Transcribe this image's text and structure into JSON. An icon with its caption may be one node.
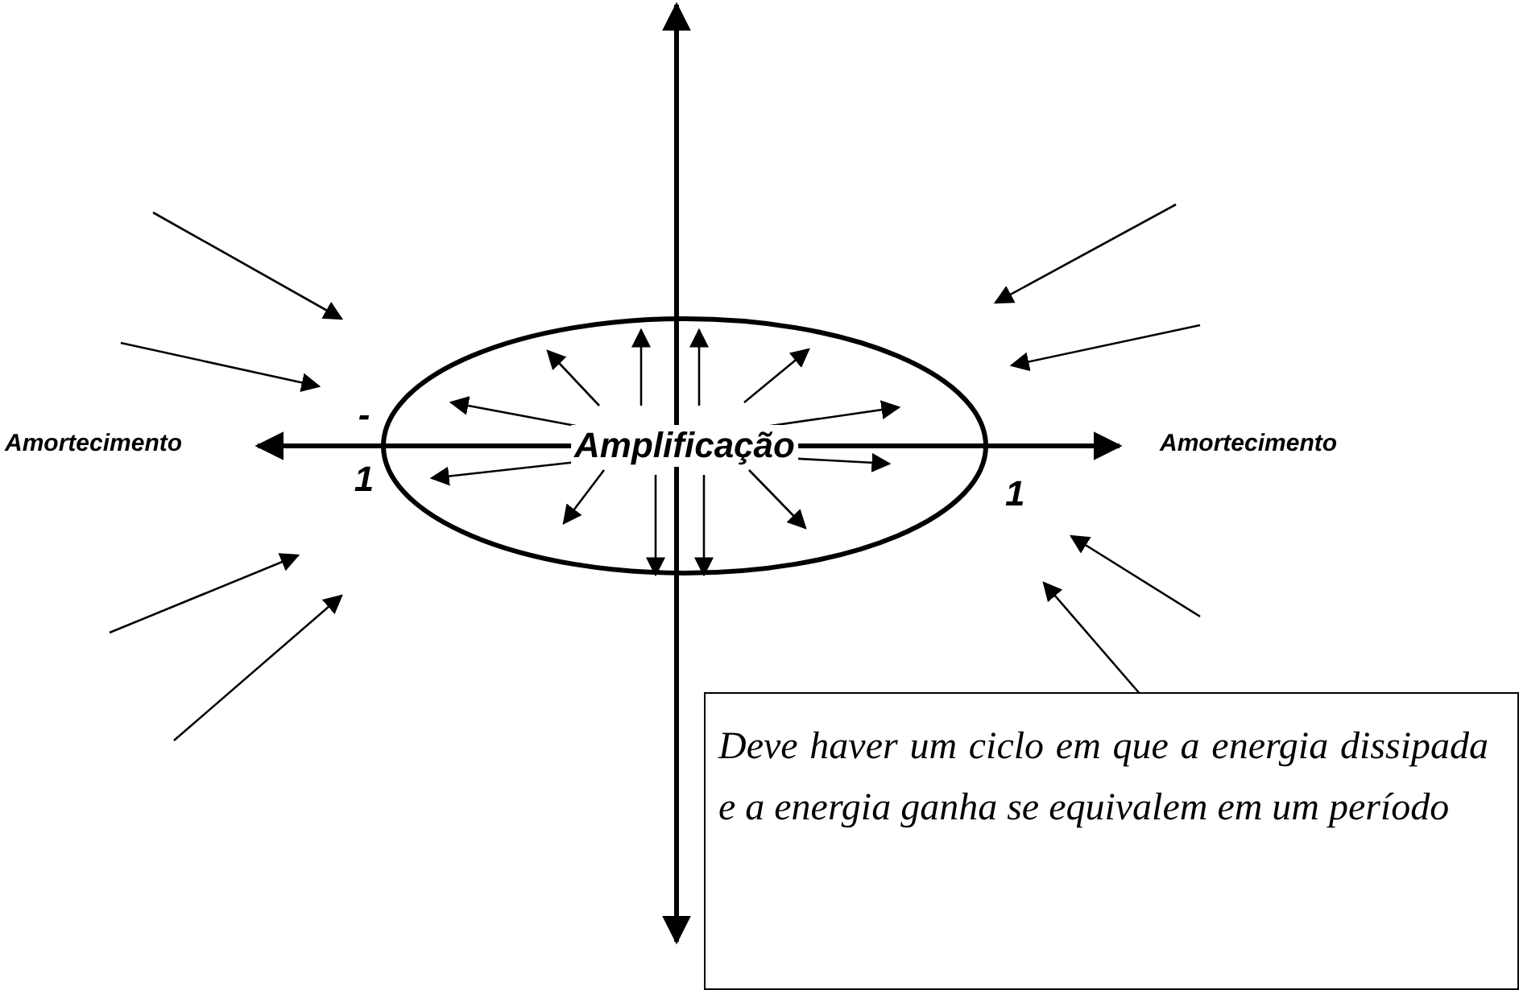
{
  "diagram": {
    "nodes": [
      {
        "text": [
          "Amplificação"
        ]
      },
      {
        "text": [
          "Deve haver um ciclo em que a energia dissipada e a energia ganha se equivalem em um período"
        ]
      }
    ],
    "labels": [
      "Amortecimento",
      "Amortecimento",
      "- 1",
      "1"
    ]
  }
}
